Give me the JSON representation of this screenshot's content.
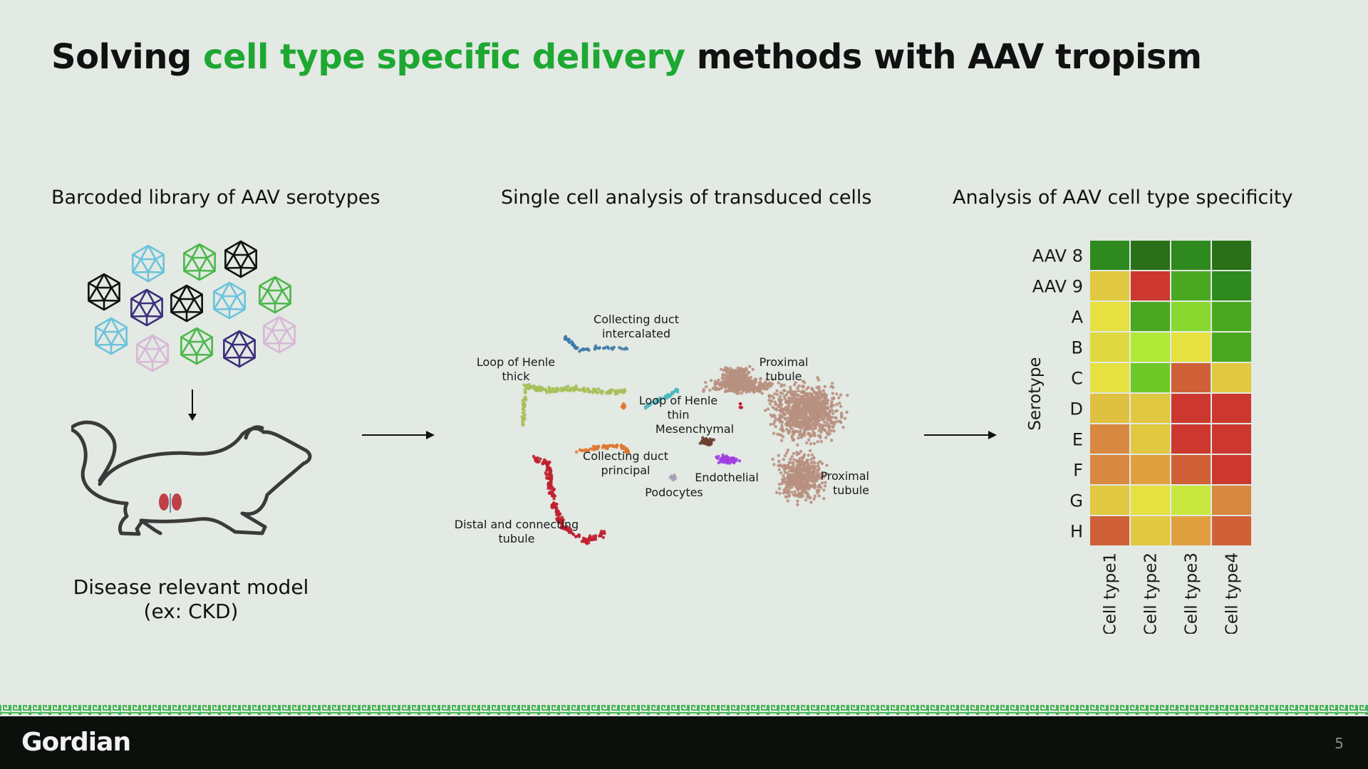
{
  "slide": {
    "title_part1": "Solving ",
    "title_highlight": "cell type specific delivery",
    "title_part2": " methods with AAV tropism",
    "page_number": "5",
    "colors": {
      "highlight": "#1ea832",
      "background": "#e3e9e3",
      "footer": "#0b100c",
      "pattern": "#1ea832"
    }
  },
  "left_panel": {
    "label": "Barcoded library of AAV serotypes",
    "model_label_line1": "Disease relevant model",
    "model_label_line2": "(ex: CKD)",
    "capsid_colors": [
      "#6cc3dc",
      "#4cb84c",
      "#111111",
      "#3d2e7c",
      "#d8b8d6"
    ],
    "icons": [
      "icosahedron-icon",
      "mouse-icon",
      "kidney-icon"
    ]
  },
  "middle_panel": {
    "label": "Single cell analysis of transduced cells",
    "clusters": [
      {
        "label_lines": [
          "Collecting duct",
          "intercalated"
        ],
        "color": "#3e78a8"
      },
      {
        "label_lines": [
          "Loop of Henle",
          "thick"
        ],
        "color": "#a8c05a"
      },
      {
        "label_lines": [
          "Proximal",
          "tubule"
        ],
        "color": "#b89080"
      },
      {
        "label_lines": [
          "Loop of Henle",
          "thin"
        ],
        "color": "#4ab8c0"
      },
      {
        "label_lines": [
          "Mesenchymal"
        ],
        "color": "#6a4030"
      },
      {
        "label_lines": [
          "Collecting duct",
          "principal"
        ],
        "color": "#e07830"
      },
      {
        "label_lines": [
          "Endothelial"
        ],
        "color": "#a040e0"
      },
      {
        "label_lines": [
          "Podocytes"
        ],
        "color": "#a8a0b8"
      },
      {
        "label_lines": [
          "Proximal",
          "tubule"
        ],
        "color": "#b89080"
      },
      {
        "label_lines": [
          "Distal and connecting",
          "tubule"
        ],
        "color": "#c02030"
      }
    ]
  },
  "right_panel": {
    "label": "Analysis of AAV cell type specificity"
  },
  "chart_data": {
    "type": "heatmap",
    "title": "",
    "ylabel": "Serotype",
    "xlabel": "",
    "rows": [
      "AAV 8",
      "AAV 9",
      "A",
      "B",
      "C",
      "D",
      "E",
      "F",
      "G",
      "H"
    ],
    "columns": [
      "Cell type1",
      "Cell type2",
      "Cell type3",
      "Cell type4"
    ],
    "cell_colors": [
      [
        "#2e8a1e",
        "#2a7018",
        "#2e8a1e",
        "#2a7018"
      ],
      [
        "#e0c840",
        "#cc3830",
        "#4aa820",
        "#2e8a1e"
      ],
      [
        "#e6e040",
        "#4aa820",
        "#88d830",
        "#4aa820"
      ],
      [
        "#e0d840",
        "#b0e838",
        "#e6e040",
        "#4aa820"
      ],
      [
        "#e6e040",
        "#70c828",
        "#d06038",
        "#e0c840"
      ],
      [
        "#e0c040",
        "#e0c840",
        "#cc3830",
        "#cc3830"
      ],
      [
        "#d88840",
        "#e0c840",
        "#cc3830",
        "#cc3830"
      ],
      [
        "#d88840",
        "#e0a040",
        "#d06038",
        "#cc3830"
      ],
      [
        "#e0c840",
        "#e6e040",
        "#c8e840",
        "#d88840"
      ],
      [
        "#d06038",
        "#e0c840",
        "#e0a040",
        "#d06038"
      ]
    ]
  },
  "footer": {
    "logo": "Gordian"
  }
}
